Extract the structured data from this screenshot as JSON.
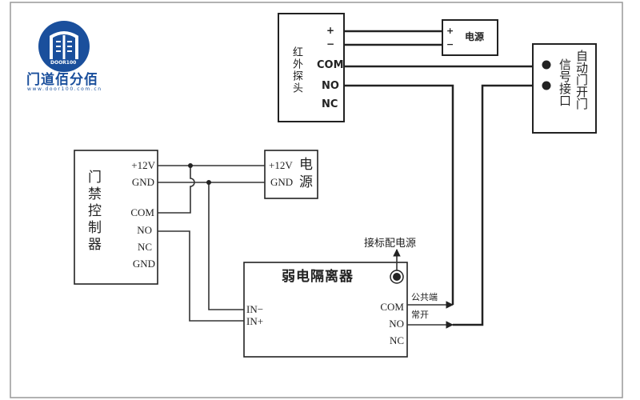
{
  "logo": {
    "badge_text": "DOOR100",
    "name": "门道佰分佰",
    "url": "www.door100.com.cn",
    "color": "#1a4f9c"
  },
  "ir_probe": {
    "title": "红外探头",
    "terminals": [
      "+",
      "−",
      "COM",
      "NO",
      "NC"
    ]
  },
  "ir_power": {
    "title": "电源",
    "terminals": [
      "+",
      "−"
    ]
  },
  "auto_door": {
    "title": "自动门开门",
    "subtitle": "信号接口"
  },
  "controller": {
    "title": "门禁控制器",
    "terminals": [
      "+12V",
      "GND",
      "COM",
      "NO",
      "NC",
      "GND"
    ]
  },
  "controller_power": {
    "title_chars": [
      "电",
      "源"
    ],
    "terminals": [
      "+12V",
      "GND"
    ]
  },
  "isolator": {
    "title": "弱电隔离器",
    "power_note": "接标配电源",
    "inputs": [
      "IN−",
      "IN+"
    ],
    "outputs": [
      "COM",
      "NO",
      "NC"
    ],
    "com_label": "公共端",
    "no_label": "常开"
  },
  "colors": {
    "line": "#222222",
    "frame": "#888888"
  }
}
